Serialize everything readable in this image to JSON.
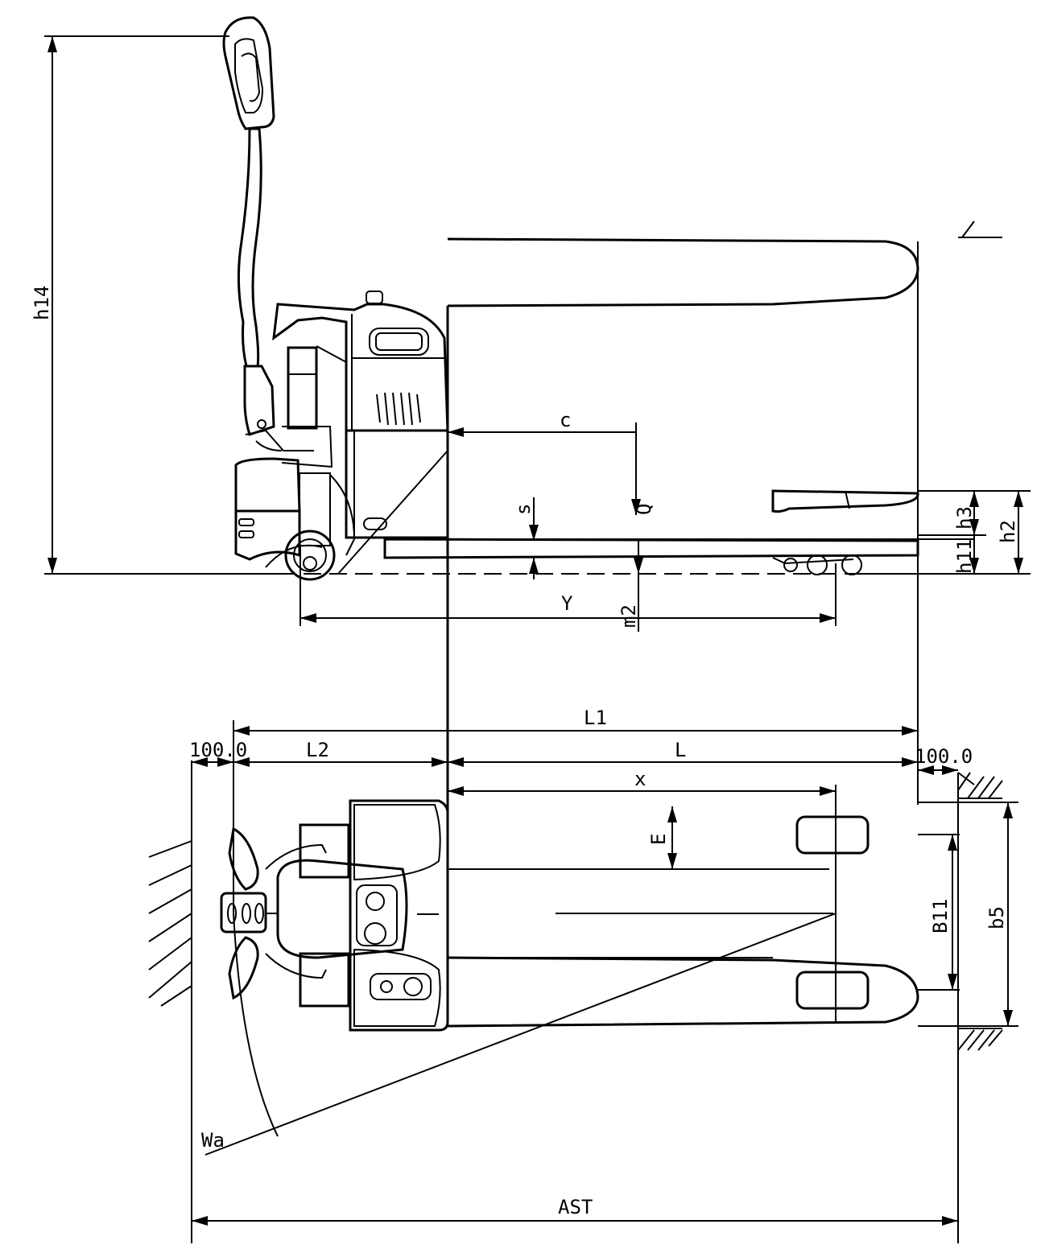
{
  "labels": {
    "h14": "h14",
    "c": "c",
    "Q": "Q",
    "s": "s",
    "h3": "h3",
    "h2": "h2",
    "h11": "h11",
    "Y": "Y",
    "m2": "m2",
    "L1": "L1",
    "L2": "L2",
    "L": "L",
    "x": "x",
    "E": "E",
    "B11": "B11",
    "b5": "b5",
    "Wa": "Wa",
    "AST": "AST",
    "clear_left": "100.0",
    "clear_right": "100.0"
  }
}
